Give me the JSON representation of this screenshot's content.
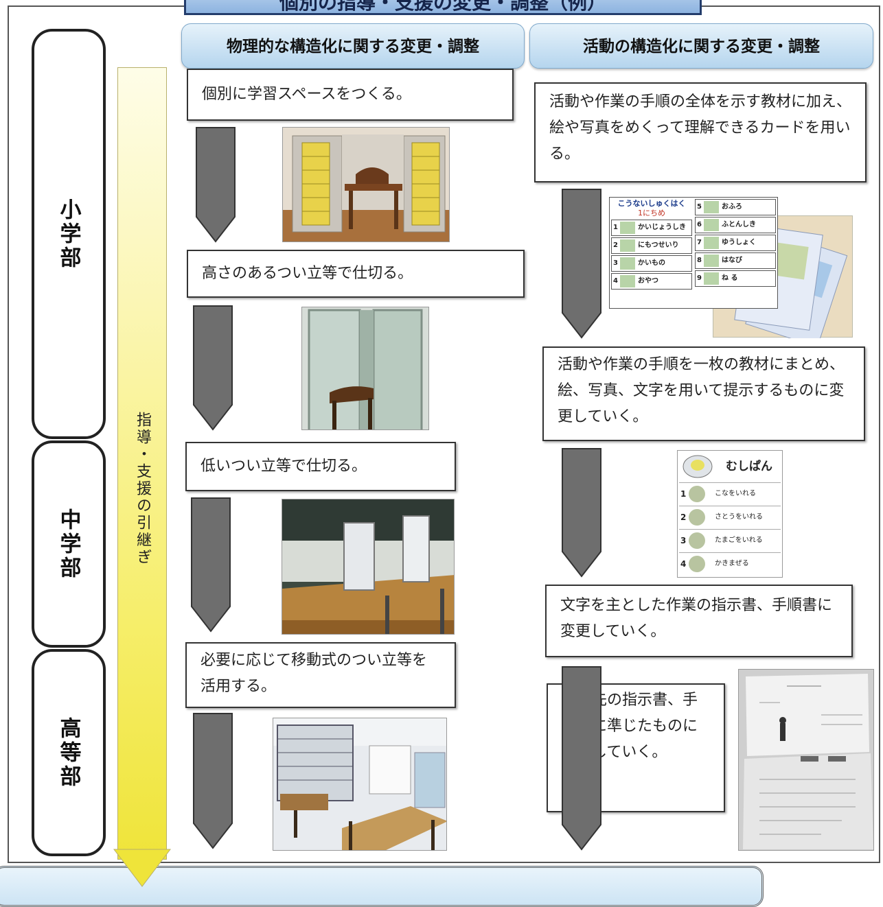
{
  "title_banner": "個別の指導・支援の変更・調整（例）",
  "columns": {
    "physical": "物理的な構造化に関する変更・調整",
    "activity": "活動の構造化に関する変更・調整"
  },
  "departments": {
    "elementary": "小学部",
    "junior_high": "中学部",
    "high_school": "高等部"
  },
  "guidance_bar": "指導・支援の引継ぎ",
  "physical_steps": [
    "個別に学習スペースをつくる。",
    "高さのあるつい立等で仕切る。",
    "低いつい立等で仕切る。",
    "必要に応じて移動式のつい立等を活用する。"
  ],
  "activity_steps": [
    "活動や作業の手順の全体を示す教材に加え、絵や写真をめくって理解できるカードを用いる。",
    "活動や作業の手順を一枚の教材にまとめ、絵、写真、文字を用いて提示するものに変更していく。",
    "文字を主とした作業の指示書、手順書に変更していく。",
    "実習先の指示書、手順書に準じたものに変更していく。"
  ],
  "card1": {
    "heading": "こうないしゅくはく",
    "subheading": "1にちめ",
    "items": [
      {
        "no": "1",
        "text": "かいじょうしき"
      },
      {
        "no": "2",
        "text": "にもつせいり"
      },
      {
        "no": "3",
        "text": "かいもの"
      },
      {
        "no": "4",
        "text": "おやつ"
      },
      {
        "no": "5",
        "text": "おふろ"
      },
      {
        "no": "6",
        "text": "ふとんしき"
      },
      {
        "no": "7",
        "text": "ゆうしょく"
      },
      {
        "no": "8",
        "text": "はなび"
      },
      {
        "no": "9",
        "text": "ね る"
      }
    ]
  },
  "card2": {
    "heading": "むしぱん",
    "items": [
      {
        "no": "1",
        "text": "こなをいれる"
      },
      {
        "no": "2",
        "text": "さとうをいれる"
      },
      {
        "no": "3",
        "text": "たまごをいれる"
      },
      {
        "no": "4",
        "text": "かきまぜる"
      }
    ]
  },
  "colors": {
    "header_bg": "#b5d5ee",
    "arrow_fill": "#6e6e6e",
    "guidance_bar_bottom": "#efe43a"
  }
}
